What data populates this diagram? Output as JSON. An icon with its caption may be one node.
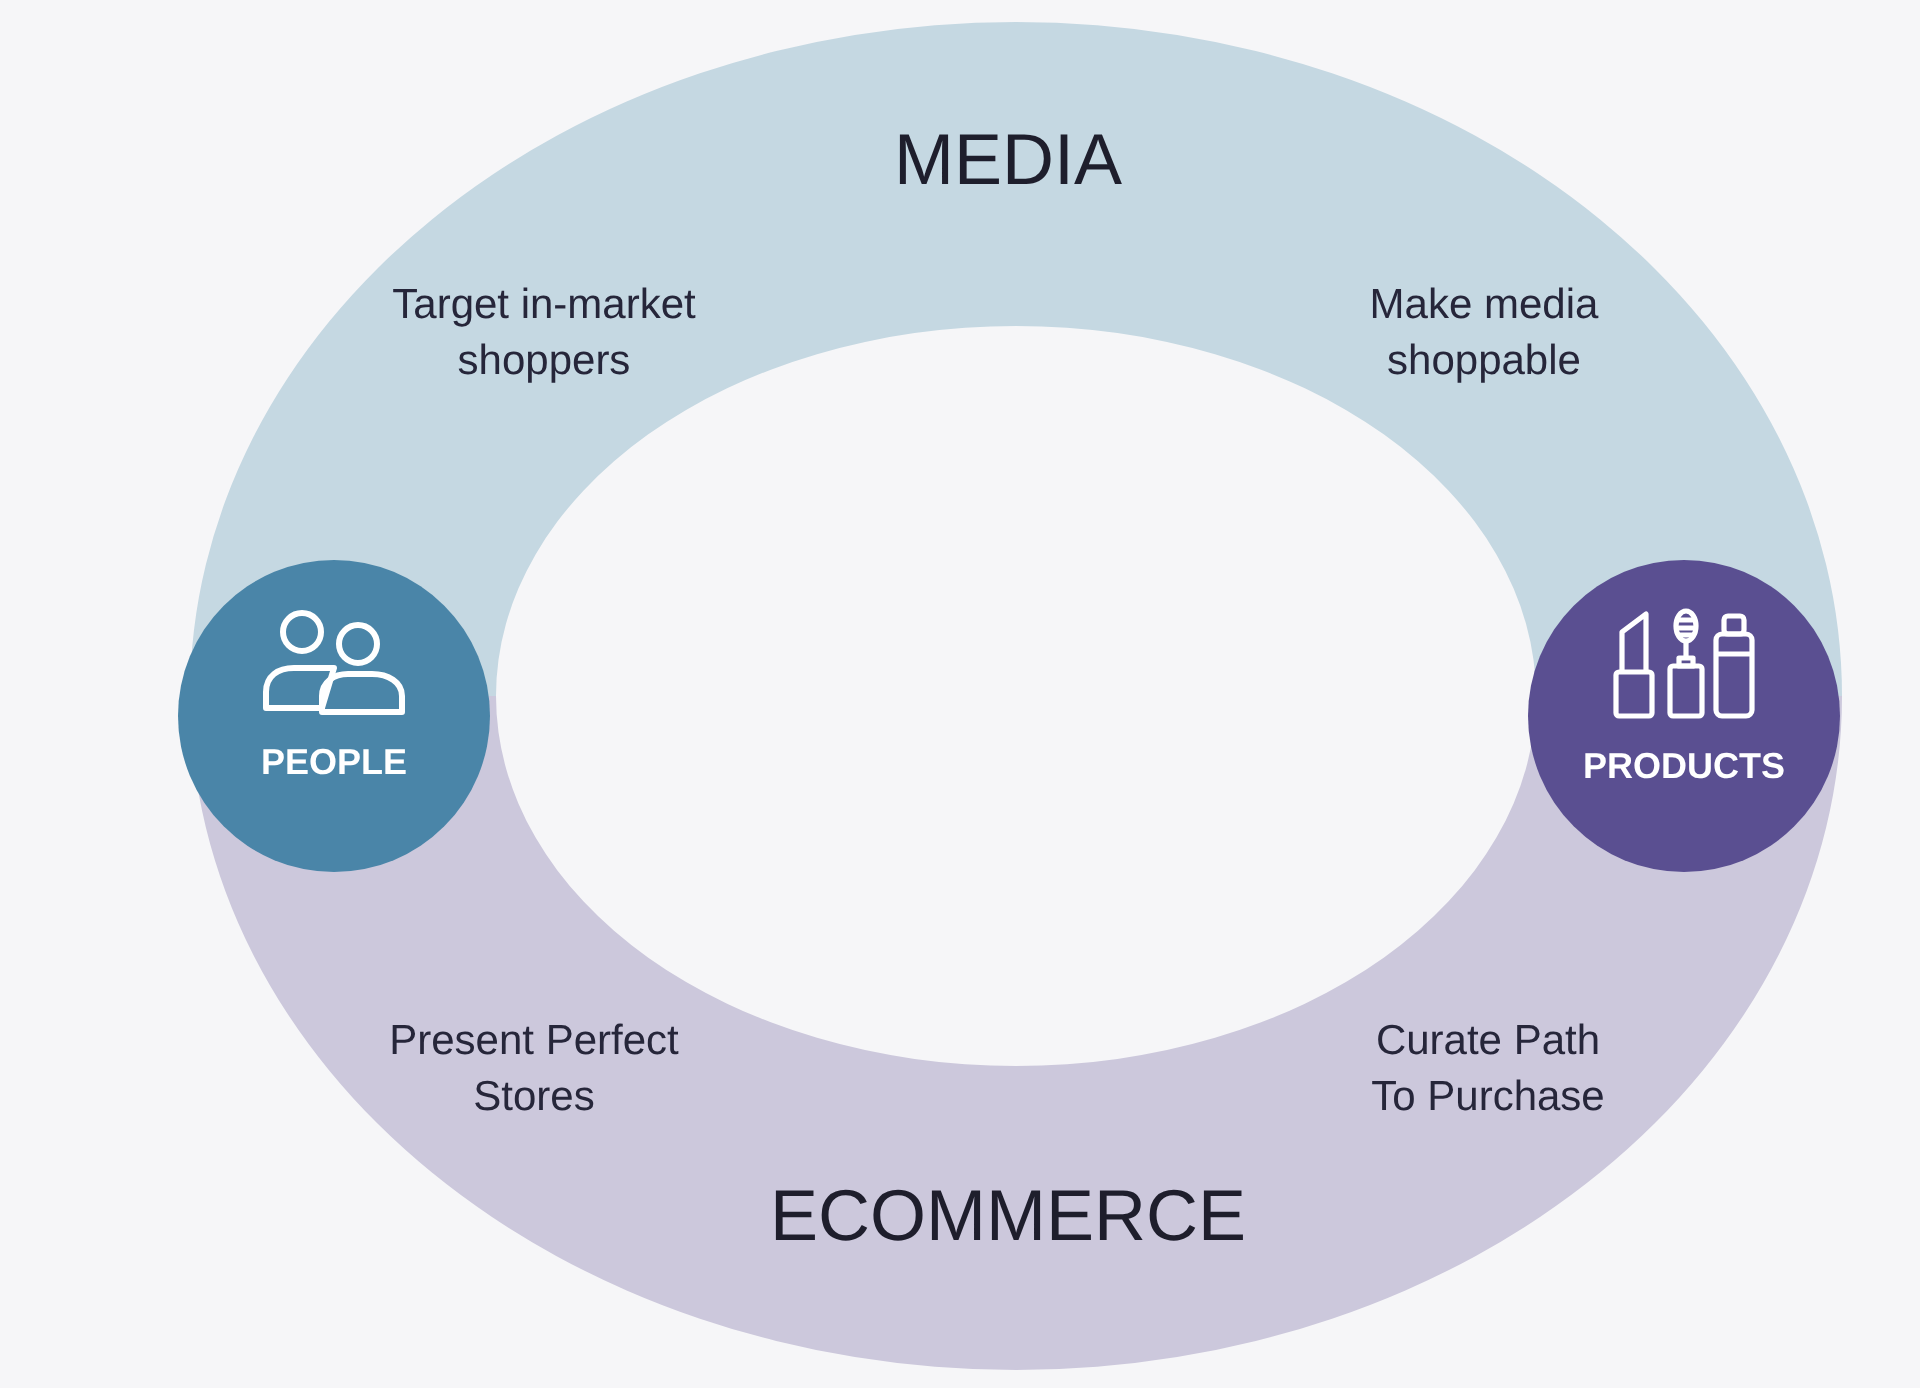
{
  "diagram": {
    "nodes": [
      {
        "text": [
          "MEDIA",
          "Target in-market shoppers",
          "Make media shoppable"
        ]
      },
      {
        "text": [
          "PEOPLE"
        ]
      },
      {
        "text": [
          "PRODUCTS"
        ]
      },
      {
        "text": [
          "Present Perfect Stores",
          "Curate Path To Purchase",
          "ECOMMERCE"
        ]
      }
    ]
  }
}
